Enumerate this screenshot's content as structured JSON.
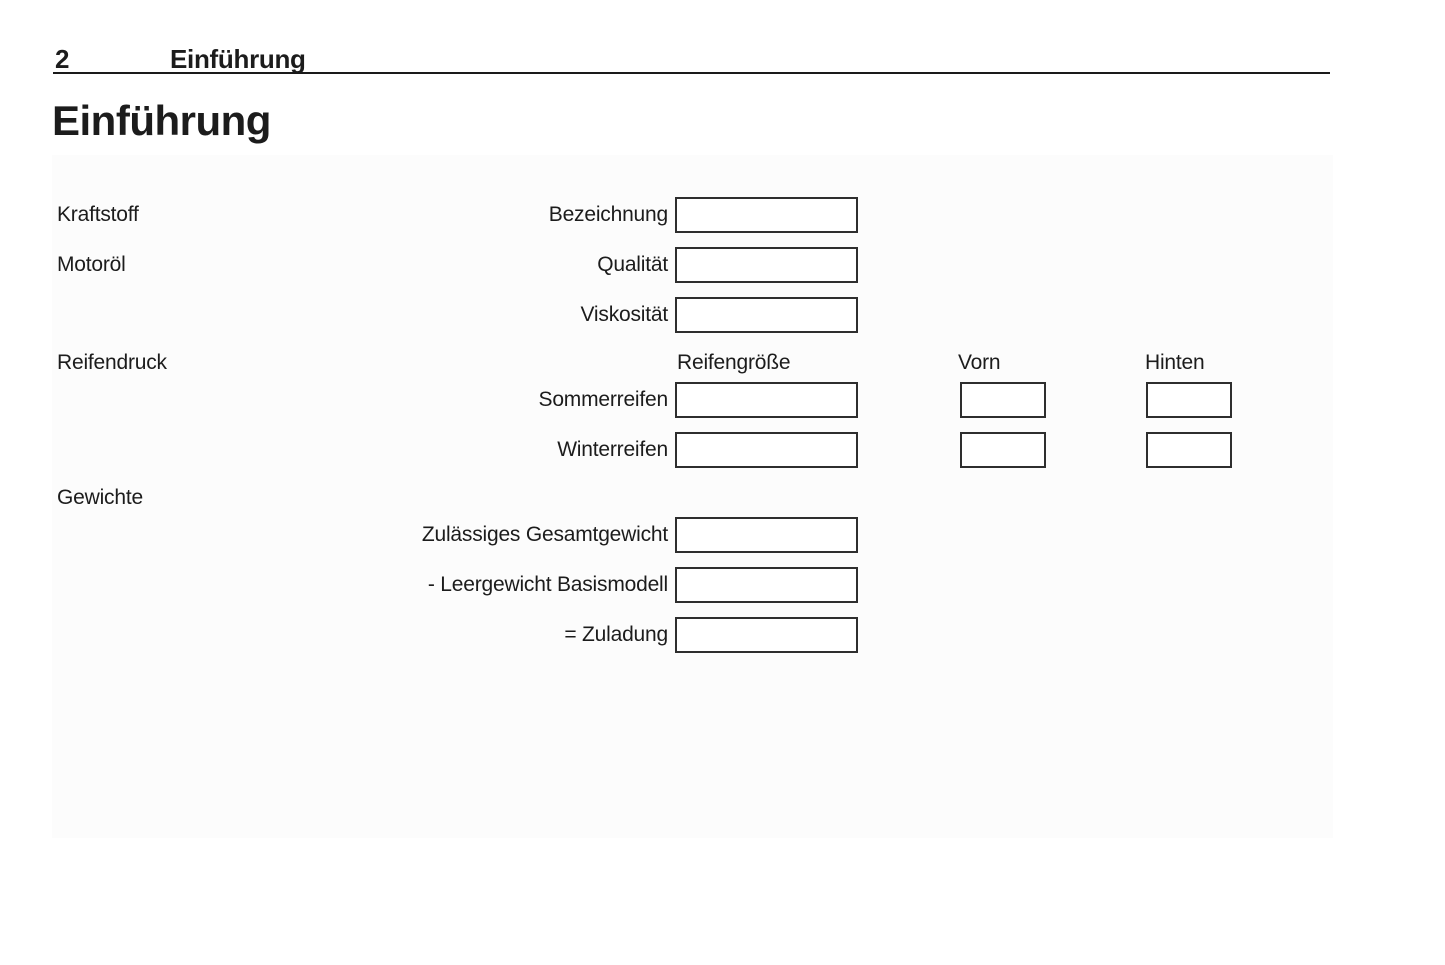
{
  "header": {
    "page_number": "2",
    "section_title": "Einführung"
  },
  "title": "Einführung",
  "form": {
    "kraftstoff": "Kraftstoff",
    "bezeichnung": "Bezeichnung",
    "motoroel": "Motoröl",
    "qualitaet": "Qualität",
    "viskositaet": "Viskosität",
    "reifendruck": "Reifendruck",
    "reifengroesse": "Reifengröße",
    "vorn": "Vorn",
    "hinten": "Hinten",
    "sommerreifen": "Sommerreifen",
    "winterreifen": "Winterreifen",
    "gewichte": "Gewichte",
    "gesamtgewicht": "Zulässiges Gesamtgewicht",
    "leergewicht": "- Leergewicht Basismodell",
    "zuladung": "= Zuladung",
    "field_values": {
      "bezeichnung": "",
      "qualitaet": "",
      "viskositaet": "",
      "sommer_groesse": "",
      "sommer_vorn": "",
      "sommer_hinten": "",
      "winter_groesse": "",
      "winter_vorn": "",
      "winter_hinten": "",
      "gesamtgewicht": "",
      "leergewicht": "",
      "zuladung": ""
    }
  },
  "colors": {
    "text": "#1c1c1c",
    "box_border": "#2e2e2e",
    "panel_background": "#fcfcfc",
    "header_rule": "#1a1a1a",
    "page_background": "#ffffff"
  }
}
